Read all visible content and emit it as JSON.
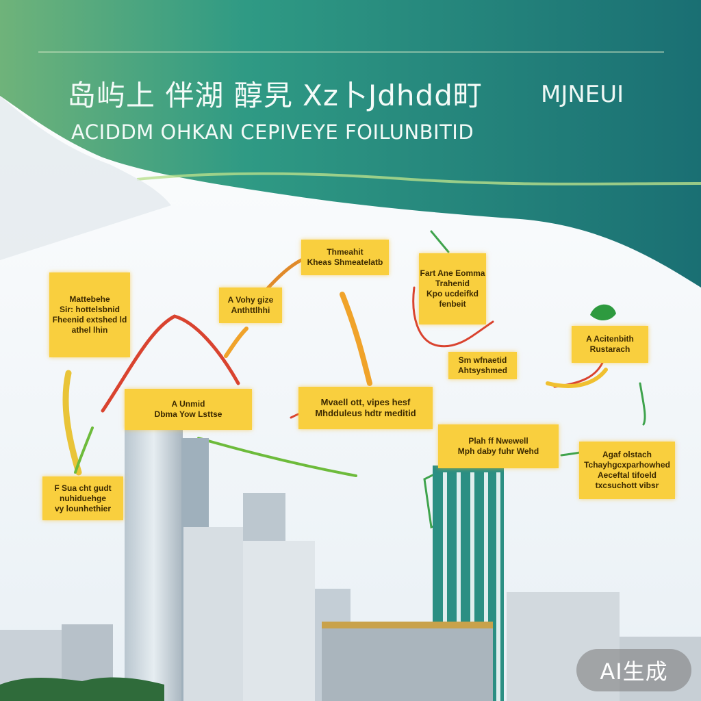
{
  "header": {
    "title_zh": "岛屿上 伴湖 醇旯 Xz卜Jdhdd町",
    "title_right": "MJNEUI",
    "subtitle": "ACIDDM OHKAN CEPIVEYE FOILUNBITID"
  },
  "notes": [
    {
      "id": "n1",
      "lines": [
        "Mattebehe",
        "Sir: hottelsbnid",
        "Fheenid extshed ld",
        "athel lhin"
      ]
    },
    {
      "id": "n2",
      "lines": [
        "A Vohy gize",
        "Anthttlhhi"
      ]
    },
    {
      "id": "n3",
      "lines": [
        "Thmeahit",
        "Kheas Shmeatelatb"
      ]
    },
    {
      "id": "n4",
      "lines": [
        "Fart Ane Eomma",
        "Trahenid",
        "Kpo ucdeifkd",
        "fenbeit"
      ]
    },
    {
      "id": "n5",
      "lines": [
        "A Acitenbith",
        "Rustarach"
      ]
    },
    {
      "id": "n6",
      "lines": [
        "Sm wfnaetid",
        "Ahtsyshmed"
      ]
    },
    {
      "id": "n7",
      "lines": [
        "Mvaell ott, vipes hesf",
        "Mhdduleus hdtr meditid"
      ]
    },
    {
      "id": "n8",
      "lines": [
        "A Unmid",
        "Dbma Yow Lsttse"
      ]
    },
    {
      "id": "n9",
      "lines": [
        "Plah ff Nwewell",
        "Mph daby fuhr Wehd"
      ]
    },
    {
      "id": "n10",
      "lines": [
        "Agaf olstach",
        "Tchayhgcxparhowhed",
        "Aeceftal tifoeld",
        "txcsuchott vibsr"
      ]
    },
    {
      "id": "n11",
      "lines": [
        "F Sua cht gudt",
        "nuhiduehge",
        "vy lounhethier"
      ]
    }
  ],
  "watermark": {
    "text": "AI生成"
  },
  "colors": {
    "teal": "#1f8a7f",
    "green": "#3fa34d",
    "note_yellow": "#f9cf3e",
    "arrow_red": "#d9432f",
    "arrow_orange": "#f0a32a",
    "arrow_green": "#6dbb3b"
  }
}
